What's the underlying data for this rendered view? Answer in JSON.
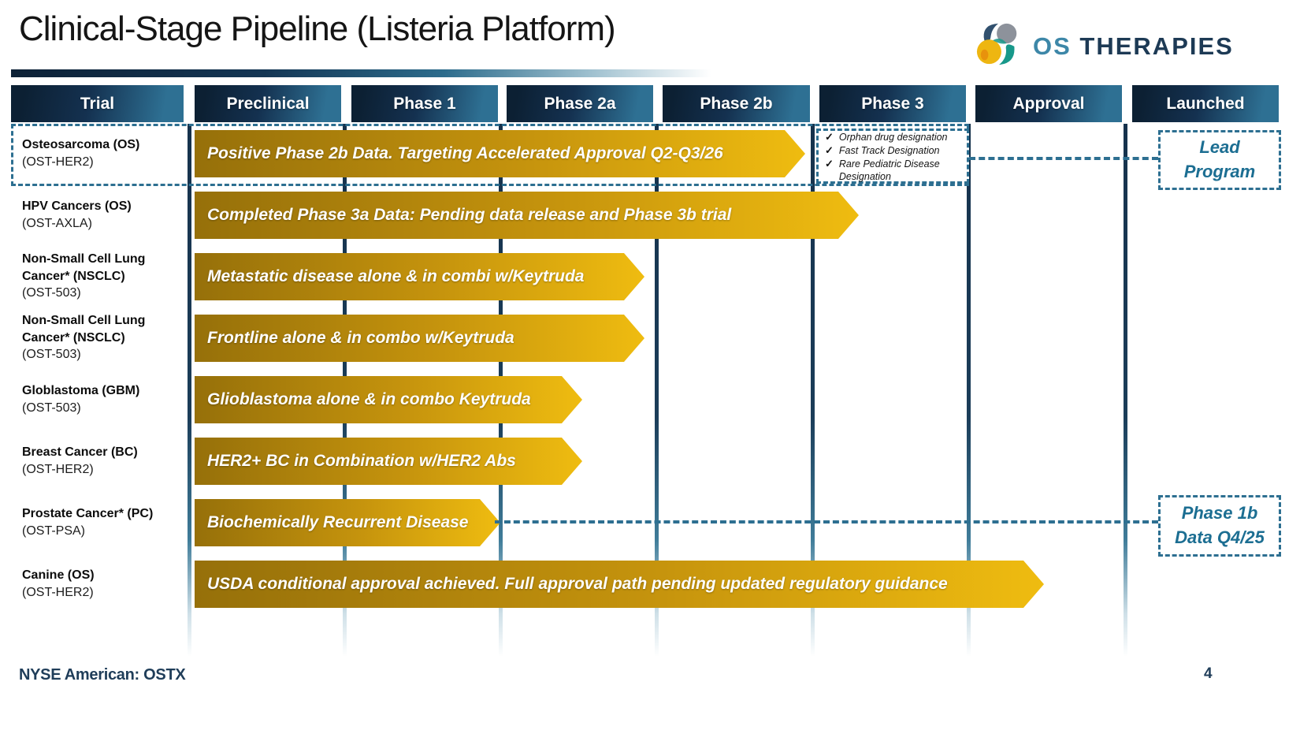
{
  "title": "Clinical-Stage Pipeline (Listeria Platform)",
  "logo": {
    "word1": "OS",
    "word2": "THERAPIES"
  },
  "icons": {
    "check": "✓"
  },
  "columns": [
    "Trial",
    "Preclinical",
    "Phase 1",
    "Phase 2a",
    "Phase 2b",
    "Phase 3",
    "Approval",
    "Launched"
  ],
  "rows": [
    {
      "name": "Osteosarcoma (OS)",
      "code": "(OST-HER2)",
      "bar": "Positive Phase 2b Data. Targeting Accelerated Approval Q2-Q3/26",
      "designations": [
        "Orphan drug designation",
        "Fast Track Designation",
        "Rare Pediatric Disease Designation"
      ],
      "callout_line1": "Lead",
      "callout_line2": "Program"
    },
    {
      "name": "HPV Cancers (OS)",
      "code": "(OST-AXLA)",
      "bar": "Completed Phase 3a Data:  Pending data release and Phase 3b trial"
    },
    {
      "name": "Non-Small Cell Lung Cancer* (NSCLC)",
      "code": "(OST-503)",
      "bar": "Metastatic disease alone & in combi w/Keytruda"
    },
    {
      "name": "Non-Small Cell Lung Cancer* (NSCLC)",
      "code": "(OST-503)",
      "bar": "Frontline alone & in combo w/Keytruda"
    },
    {
      "name": "Globlastoma (GBM)",
      "code": "(OST-503)",
      "bar": "Glioblastoma alone & in combo Keytruda"
    },
    {
      "name": "Breast Cancer (BC)",
      "code": "(OST-HER2)",
      "bar": "HER2+ BC in Combination w/HER2 Abs"
    },
    {
      "name": "Prostate Cancer* (PC)",
      "code": "(OST-PSA)",
      "bar": "Biochemically Recurrent Disease",
      "callout_line1": "Phase 1b",
      "callout_line2": "Data Q4/25"
    },
    {
      "name": "Canine (OS)",
      "code": "(OST-HER2)",
      "bar": "USDA conditional approval achieved. Full approval path pending updated regulatory guidance"
    }
  ],
  "footer": {
    "ticker": "NYSE American: OSTX",
    "page": "4"
  },
  "colors": {
    "navy": "#132c44",
    "teal_dash": "#2d6f91",
    "gold_dark": "#96700a",
    "gold_bright": "#efbc10",
    "callout_text": "#1c6e92",
    "logo_blue": "#3d87a8",
    "logo_navy": "#1d3a55"
  }
}
